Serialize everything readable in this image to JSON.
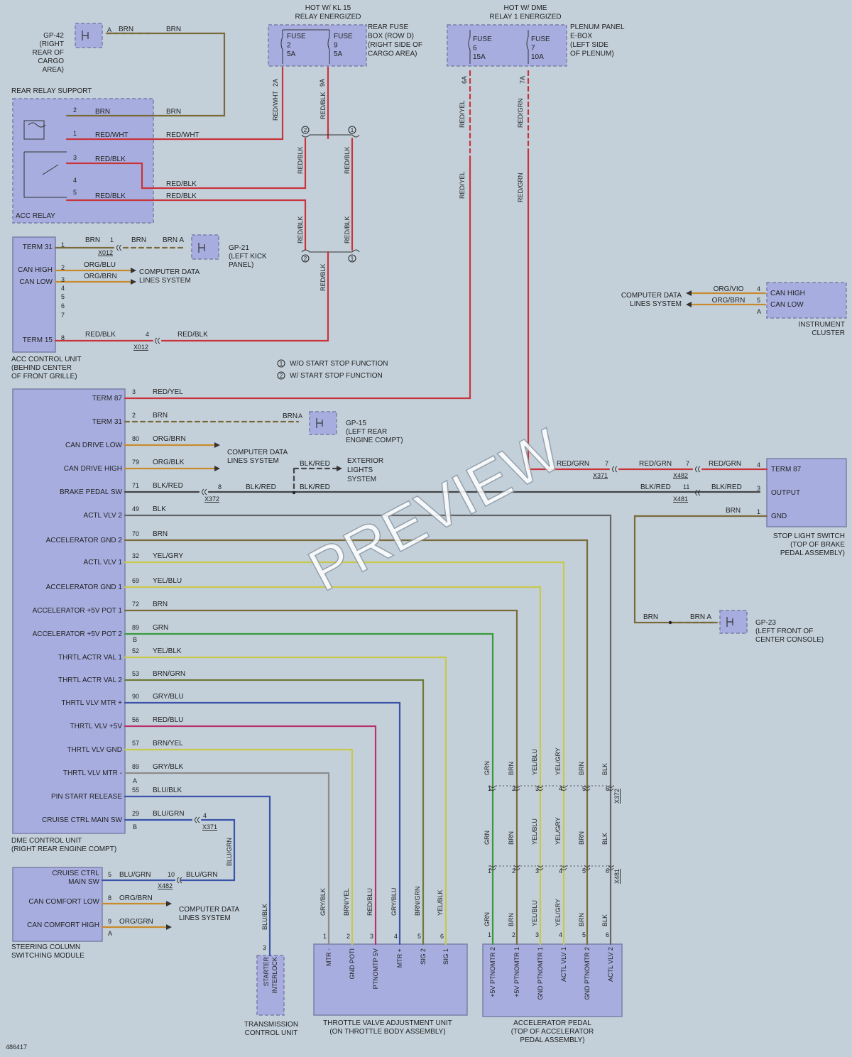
{
  "watermark": "PREVIEW",
  "image_id": "486417",
  "colors": {
    "brn": "#7a6a3a",
    "red": "#c8343a",
    "org": "#c88a2c",
    "yel": "#c8c84a",
    "grn": "#3a9a3a",
    "blu": "#3a52a8",
    "gry": "#8c8c8c",
    "blk": "#444444",
    "brngrn": "#6f7a38",
    "mag": "#b8306a"
  },
  "headers": {
    "kl15": [
      "HOT W/ KL 15",
      "RELAY ENERGIZED"
    ],
    "dme": [
      "HOT W/ DME",
      "RELAY 1 ENERGIZED"
    ]
  },
  "rear_fuse_box": {
    "lines": [
      "REAR FUSE",
      "BOX (ROW D)",
      "(RIGHT SIDE OF",
      "CARGO AREA)"
    ],
    "fuses": [
      {
        "l1": "FUSE",
        "l2": "2",
        "l3": "5A",
        "pin": "2A"
      },
      {
        "l1": "FUSE",
        "l2": "9",
        "l3": "5A",
        "pin": "9A"
      }
    ]
  },
  "plenum": {
    "lines": [
      "PLENUM PANEL",
      "E-BOX",
      "(LEFT SIDE",
      "OF PLENUM)"
    ],
    "fuses": [
      {
        "l1": "FUSE",
        "l2": "6",
        "l3": "15A",
        "pin": "6A"
      },
      {
        "l1": "FUSE",
        "l2": "7",
        "l3": "10A",
        "pin": "7A"
      }
    ]
  },
  "gp42": {
    "lines": [
      "GP-42",
      "(RIGHT",
      "REAR OF",
      "CARGO",
      "AREA)"
    ],
    "pin": "A"
  },
  "gp21": {
    "lines": [
      "GP-21",
      "(LEFT KICK",
      "PANEL)"
    ]
  },
  "gp15": {
    "lines": [
      "GP-15",
      "(LEFT REAR",
      "ENGINE COMPT)"
    ]
  },
  "gp23": {
    "lines": [
      "GP-23",
      "(LEFT FRONT OF",
      "CENTER CONSOLE)"
    ]
  },
  "relay_support": "REAR RELAY SUPPORT",
  "acc_relay": {
    "name": "ACC RELAY",
    "pins": [
      "2",
      "1",
      "3",
      "4",
      "5"
    ]
  },
  "acc_unit": {
    "lines": [
      "ACC CONTROL UNIT",
      "(BEHIND CENTER",
      "OF FRONT GRILLE)"
    ],
    "pins": [
      {
        "n": "TERM 31",
        "p": "1"
      },
      {
        "n": "CAN HIGH",
        "p": "2"
      },
      {
        "n": "CAN LOW",
        "p": "3"
      },
      {
        "n": "",
        "p": "4"
      },
      {
        "n": "",
        "p": "5"
      },
      {
        "n": "",
        "p": "6"
      },
      {
        "n": "",
        "p": "7"
      },
      {
        "n": "TERM 15",
        "p": "8"
      }
    ]
  },
  "cdls": [
    "COMPUTER DATA",
    "LINES SYSTEM"
  ],
  "ext": [
    "EXTERIOR",
    "LIGHTS",
    "SYSTEM"
  ],
  "legend": [
    {
      "n": "1",
      "t": "W/O START STOP FUNCTION"
    },
    {
      "n": "2",
      "t": "W/ START STOP FUNCTION"
    }
  ],
  "instrument_cluster": {
    "lines": [
      "INSTRUMENT",
      "CLUSTER"
    ],
    "pins": [
      {
        "n": "CAN HIGH",
        "p": "4",
        "c": "ORG/VIO"
      },
      {
        "n": "CAN LOW",
        "p": "5",
        "c": "ORG/BRN"
      }
    ],
    "conn": "A"
  },
  "stop_switch": {
    "lines": [
      "STOP LIGHT SWITCH",
      "(TOP OF BRAKE",
      "PEDAL ASSEMBLY)"
    ],
    "pins": [
      {
        "n": "TERM 87",
        "p": "4"
      },
      {
        "n": "OUTPUT",
        "p": "3"
      },
      {
        "n": "GND",
        "p": "1"
      }
    ]
  },
  "dme_unit": {
    "lines": [
      "DME CONTROL UNIT",
      "(RIGHT REAR ENGINE COMPT)"
    ],
    "pins": [
      {
        "n": "TERM 87",
        "p": "3",
        "c": "RED/YEL"
      },
      {
        "n": "TERM 31",
        "p": "2",
        "c": "BRN"
      },
      {
        "n": "CAN DRIVE LOW",
        "p": "80",
        "c": "ORG/BRN"
      },
      {
        "n": "CAN DRIVE HIGH",
        "p": "79",
        "c": "ORG/BLK"
      },
      {
        "n": "BRAKE PEDAL SW",
        "p": "71",
        "c": "BLK/RED"
      },
      {
        "n": "ACTL VLV 2",
        "p": "49",
        "c": "BLK"
      },
      {
        "n": "ACCELERATOR GND 2",
        "p": "70",
        "c": "BRN"
      },
      {
        "n": "ACTL VLV 1",
        "p": "32",
        "c": "YEL/GRY"
      },
      {
        "n": "ACCELERATOR GND 1",
        "p": "69",
        "c": "YEL/BLU"
      },
      {
        "n": "ACCELERATOR +5V POT 1",
        "p": "72",
        "c": "BRN"
      },
      {
        "n": "ACCELERATOR +5V POT 2",
        "p": "89",
        "c": "GRN"
      },
      {
        "n": "THRTL ACTR VAL 1",
        "p": "52",
        "c": "YEL/BLK"
      },
      {
        "n": "THRTL ACTR VAL 2",
        "p": "53",
        "c": "BRN/GRN"
      },
      {
        "n": "THRTL VLV MTR +",
        "p": "90",
        "c": "GRY/BLU"
      },
      {
        "n": "THRTL VLV +5V",
        "p": "56",
        "c": "RED/BLU"
      },
      {
        "n": "THRTL VLV GND",
        "p": "57",
        "c": "BRN/YEL"
      },
      {
        "n": "THRTL VLV MTR -",
        "p": "89",
        "c": "GRY/BLK"
      },
      {
        "n": "PIN START RELEASE",
        "p": "55",
        "c": "BLU/BLK"
      },
      {
        "n": "CRUISE CTRL MAIN SW",
        "p": "29",
        "c": "BLU/GRN"
      }
    ],
    "conns": [
      "A",
      "B"
    ]
  },
  "steering": {
    "lines": [
      "STEERING COLUMN",
      "SWITCHING MODULE"
    ],
    "pins": [
      {
        "n": [
          "CRUISE CTRL",
          "MAIN SW"
        ],
        "p": "5",
        "c": "BLU/GRN"
      },
      {
        "n": [
          "CAN COMFORT LOW"
        ],
        "p": "8",
        "c": "ORG/BRN"
      },
      {
        "n": [
          "CAN COMFORT HIGH"
        ],
        "p": "9",
        "c": "ORG/GRN"
      }
    ],
    "conn": "A"
  },
  "tcu": {
    "name": [
      "STARTER",
      "INTERLOCK"
    ],
    "lines": [
      "TRANSMISSION",
      "CONTROL UNIT"
    ],
    "pin": "3"
  },
  "throttle": {
    "lines": [
      "THROTTLE VALVE ADJUSTMENT UNIT",
      "(ON THROTTLE BODY ASSEMBLY)"
    ],
    "pins": [
      {
        "n": "MTR -",
        "p": "1",
        "c": "GRY/BLK"
      },
      {
        "n": "GND POTI",
        "p": "2",
        "c": "BRN/YEL"
      },
      {
        "n": "PTNOMTP 5V",
        "p": "3",
        "c": "RED/BLU"
      },
      {
        "n": "MTR +",
        "p": "4",
        "c": "GRY/BLU"
      },
      {
        "n": "SIG 2",
        "p": "5",
        "c": "BRN/GRN"
      },
      {
        "n": "SIG 1",
        "p": "6",
        "c": "YEL/BLK"
      }
    ]
  },
  "pedal": {
    "lines": [
      "ACCELERATOR PEDAL",
      "(TOP OF ACCELERATOR",
      "PEDAL ASSEMBLY)"
    ],
    "pins": [
      {
        "n": "+5V PTNOMTR 2",
        "p": "1",
        "c": "GRN"
      },
      {
        "n": "+5V PTNOMTR 1",
        "p": "2",
        "c": "BRN"
      },
      {
        "n": "GND PTNOMTR 1",
        "p": "3",
        "c": "YEL/BLU"
      },
      {
        "n": "ACTL VLV 1",
        "p": "4",
        "c": "YEL/GRY"
      },
      {
        "n": "GND PTNOMTR 2",
        "p": "5",
        "c": "BRN"
      },
      {
        "n": "ACTL VLV 2",
        "p": "6",
        "c": "BLK"
      }
    ]
  },
  "connectors": {
    "x012": "X012",
    "x371": "X371",
    "x372": "X372",
    "x481": "X481",
    "x482": "X482"
  },
  "wires": {
    "brn": "BRN",
    "redwht": "RED/WHT",
    "redblk": "RED/BLK",
    "orgblu": "ORG/BLU",
    "orgbrn": "ORG/BRN",
    "redyel": "RED/YEL",
    "redgrn": "RED/GRN",
    "blkred": "BLK/RED",
    "blugrn": "BLU/GRN",
    "blublk": "BLU/BLK",
    "brnA": "BRN A"
  }
}
